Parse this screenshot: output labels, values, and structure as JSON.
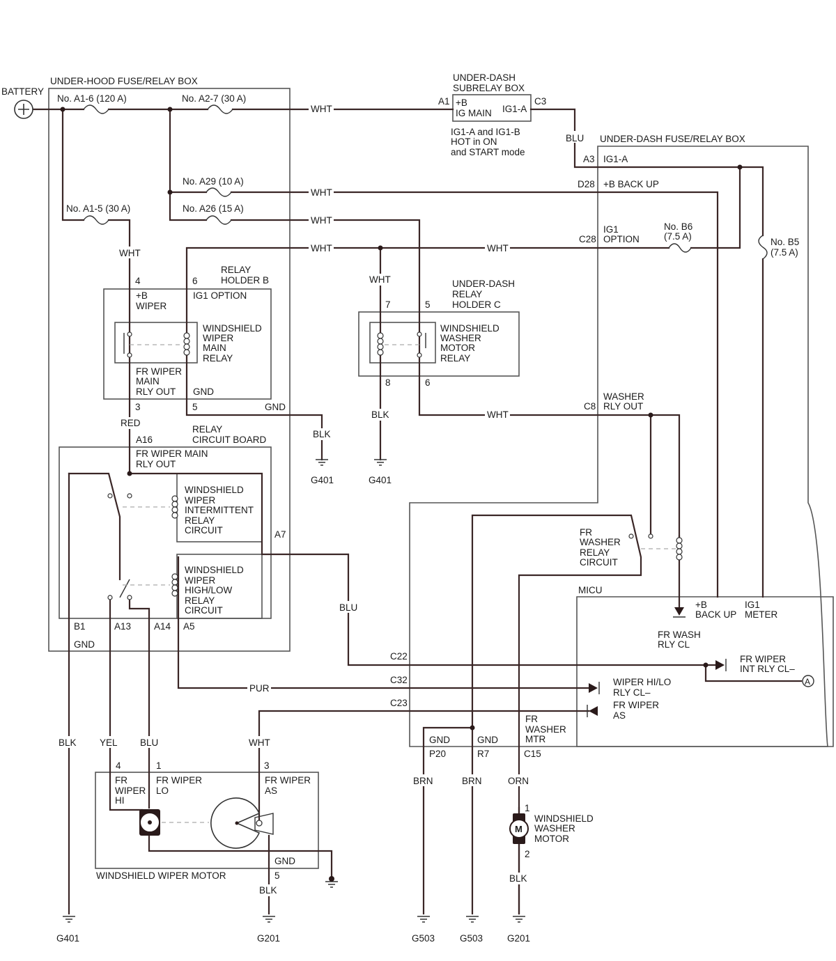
{
  "boxes": {
    "uh_box": "UNDER-HOOD FUSE/RELAY BOX",
    "subrelay_1": "UNDER-DASH",
    "subrelay_2": "SUBRELAY BOX",
    "ud_box": "UNDER-DASH FUSE/RELAY BOX",
    "relay_b_1": "RELAY",
    "relay_b_2": "HOLDER B",
    "relay_c_1": "UNDER-DASH",
    "relay_c_2": "RELAY",
    "relay_c_3": "HOLDER C",
    "rcb_1": "RELAY",
    "rcb_2": "CIRCUIT BOARD",
    "micu": "MICU",
    "wiper_motor": "WINDSHIELD WIPER MOTOR"
  },
  "battery": "BATTERY",
  "fuses": {
    "a1_6": "No. A1-6 (120 A)",
    "a2_7": "No. A2-7 (30 A)",
    "a29": "No. A29 (10 A)",
    "a1_5": "No. A1-5 (30 A)",
    "a26": "No. A26 (15 A)",
    "b6_1": "No. B6",
    "b6_2": "(7.5 A)",
    "b5_1": "No. B5",
    "b5_2": "(7.5 A)"
  },
  "subrelay": {
    "a1": "A1",
    "c3": "C3",
    "pb": "+B",
    "igmain": "IG MAIN",
    "ig1a": "IG1-A",
    "note_1": "IG1-A and IG1-B",
    "note_2": "HOT in ON",
    "note_3": "and START mode"
  },
  "colors": {
    "wht": "WHT",
    "blu": "BLU",
    "red": "RED",
    "blk": "BLK",
    "yel": "YEL",
    "pur": "PUR",
    "brn": "BRN",
    "orn": "ORN"
  },
  "ud_pins": {
    "a3": "A3",
    "ig1a": "IG1-A",
    "d28": "D28",
    "backup": "+B BACK UP",
    "ig1": "IG1",
    "c28": "C28",
    "option": "OPTION",
    "c8": "C8",
    "washer_1": "WASHER",
    "washer_2": "RLY OUT"
  },
  "relay_b": {
    "p4": "4",
    "p6": "6",
    "p3": "3",
    "p5": "5",
    "pb": "+B",
    "wiper": "WIPER",
    "ig1opt": "IG1 OPTION",
    "name_1": "WINDSHIELD",
    "name_2": "WIPER",
    "name_3": "MAIN",
    "name_4": "RELAY",
    "out_1": "FR WIPER",
    "out_2": "MAIN",
    "out_3": "RLY OUT",
    "gnd_in": "GND",
    "gnd_out": "GND"
  },
  "relay_c": {
    "p7": "7",
    "p5": "5",
    "p8": "8",
    "p6": "6",
    "name_1": "WINDSHIELD",
    "name_2": "WASHER",
    "name_3": "MOTOR",
    "name_4": "RELAY"
  },
  "rcb": {
    "a16": "A16",
    "in_1": "FR WIPER MAIN",
    "in_2": "RLY OUT",
    "int_1": "WINDSHIELD",
    "int_2": "WIPER",
    "int_3": "INTERMITTENT",
    "int_4": "RELAY",
    "int_5": "CIRCUIT",
    "hl_1": "WINDSHIELD",
    "hl_2": "WIPER",
    "hl_3": "HIGH/LOW",
    "hl_4": "RELAY",
    "hl_5": "CIRCUIT",
    "a7": "A7",
    "b1": "B1",
    "a13": "A13",
    "a14": "A14",
    "a5": "A5",
    "gnd": "GND"
  },
  "micu": {
    "frwasher_1": "FR",
    "frwasher_2": "WASHER",
    "frwasher_3": "RELAY",
    "frwasher_4": "CIRCUIT",
    "backup_1": "+B",
    "backup_2": "BACK UP",
    "ig1_1": "IG1",
    "ig1_2": "METER",
    "wash_cl_1": "FR WASH",
    "wash_cl_2": "RLY CL",
    "c22": "C22",
    "int_cl_1": "FR WIPER",
    "int_cl_2": "INT RLY CL–",
    "conn_a": "A",
    "c32": "C32",
    "hilo_1": "WIPER HI/LO",
    "hilo_2": "RLY CL–",
    "c23": "C23",
    "as_1": "FR WIPER",
    "as_2": "AS",
    "gnd1": "GND",
    "gnd2": "GND",
    "mtr_1": "FR",
    "mtr_2": "WASHER",
    "mtr_3": "MTR",
    "p20": "P20",
    "r7": "R7",
    "c15": "C15"
  },
  "motor": {
    "p4": "4",
    "p1": "1",
    "p3": "3",
    "p5": "5",
    "hi_1": "FR",
    "hi_2": "WIPER",
    "hi_3": "HI",
    "lo_1": "FR WIPER",
    "lo_2": "LO",
    "as_1": "FR WIPER",
    "as_2": "AS",
    "gnd": "GND"
  },
  "washer_motor": {
    "p1": "1",
    "p2": "2",
    "m": "M",
    "name_1": "WINDSHIELD",
    "name_2": "WASHER",
    "name_3": "MOTOR"
  },
  "grounds": {
    "g401_a": "G401",
    "g401_b": "G401",
    "g401_c": "G401",
    "g201_a": "G201",
    "g503_a": "G503",
    "g503_b": "G503",
    "g201_b": "G201"
  }
}
